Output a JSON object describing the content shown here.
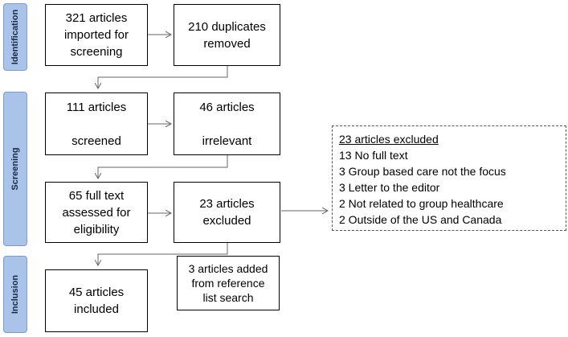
{
  "phases": {
    "identification": "Identification",
    "screening": "Screening",
    "inclusion": "Inclusion"
  },
  "boxes": {
    "imported": "321 articles\nimported for\nscreening",
    "duplicates": "210 duplicates\nremoved",
    "screened": "111 articles\n\nscreened",
    "irrelevant": "46 articles\n\nirrelevant",
    "fulltext": "65 full text\nassessed for\neligibility",
    "excluded": "23 articles\nexcluded",
    "added": "3 articles added\nfrom reference\nlist search",
    "included": "45 articles\nincluded"
  },
  "exclusion_reasons": {
    "title": "23 articles excluded",
    "items": [
      "13 No full text",
      "3 Group based care not the focus",
      "3 Letter to the editor",
      "2 Not related to group healthcare",
      "2 Outside of the US and Canada"
    ]
  }
}
